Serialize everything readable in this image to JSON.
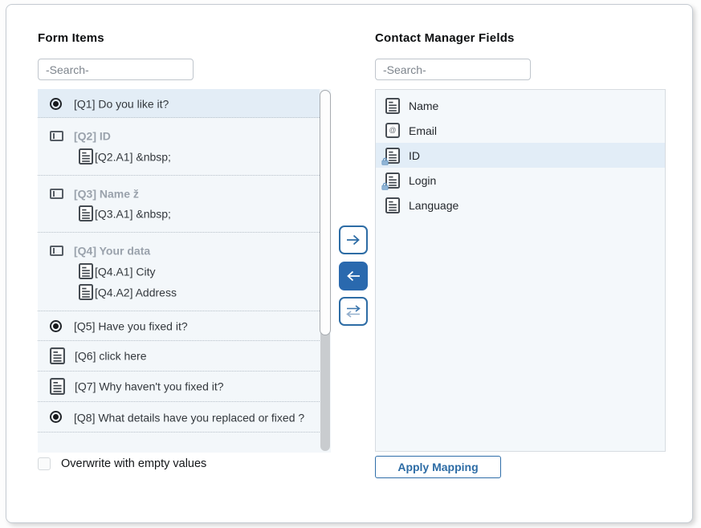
{
  "colors": {
    "accent_blue": "#2d6ca5",
    "solid_button_blue": "#2a69ae",
    "selected_row": "#e3edf6",
    "list_background": "#f3f7fa",
    "group_text_gray": "#9aa2ac",
    "window_border": "#c5cbd2"
  },
  "left_panel": {
    "title": "Form Items",
    "search_placeholder": "-Search-",
    "items": [
      {
        "type": "radio",
        "icon": "radio-icon",
        "label": "[Q1] Do you like it?",
        "selected": true
      },
      {
        "type": "group",
        "icon": "input-field-icon",
        "label": "[Q2] ID",
        "children": [
          {
            "icon": "document-icon",
            "label": "[Q2.A1] &nbsp;"
          }
        ]
      },
      {
        "type": "group",
        "icon": "input-field-icon",
        "label": "[Q3] Name ž",
        "children": [
          {
            "icon": "document-icon",
            "label": "[Q3.A1] &nbsp;"
          }
        ]
      },
      {
        "type": "group",
        "icon": "input-field-icon",
        "label": "[Q4] Your data",
        "children": [
          {
            "icon": "document-icon",
            "label": "[Q4.A1] City"
          },
          {
            "icon": "document-icon",
            "label": "[Q4.A2] Address"
          }
        ]
      },
      {
        "type": "radio",
        "icon": "radio-icon",
        "label": "[Q5] Have you fixed it?",
        "selected": false
      },
      {
        "type": "doc",
        "icon": "document-icon",
        "label": "[Q6] click here",
        "selected": false
      },
      {
        "type": "doc",
        "icon": "document-icon",
        "label": "[Q7] Why haven't you fixed it?",
        "selected": false
      },
      {
        "type": "radio",
        "icon": "radio-icon",
        "label": "[Q8] What details have you replaced or fixed ?",
        "selected": false
      }
    ],
    "overwrite_checkbox": {
      "label": "Overwrite with empty values",
      "checked": false
    }
  },
  "transfer_buttons": [
    {
      "name": "map-right",
      "icon": "arrow-right-icon",
      "style": "outline"
    },
    {
      "name": "map-left",
      "icon": "arrow-left-icon",
      "style": "solid"
    },
    {
      "name": "swap-mapping",
      "icon": "swap-arrows-icon",
      "style": "outline"
    }
  ],
  "right_panel": {
    "title": "Contact Manager Fields",
    "search_placeholder": "-Search-",
    "fields": [
      {
        "label": "Name",
        "icon": "document-icon",
        "locked": false,
        "selected": false
      },
      {
        "label": "Email",
        "icon": "email-icon",
        "locked": false,
        "selected": false
      },
      {
        "label": "ID",
        "icon": "document-icon",
        "locked": true,
        "selected": true
      },
      {
        "label": "Login",
        "icon": "document-icon",
        "locked": true,
        "selected": false
      },
      {
        "label": "Language",
        "icon": "document-icon",
        "locked": false,
        "selected": false
      }
    ],
    "apply_button_label": "Apply Mapping"
  }
}
